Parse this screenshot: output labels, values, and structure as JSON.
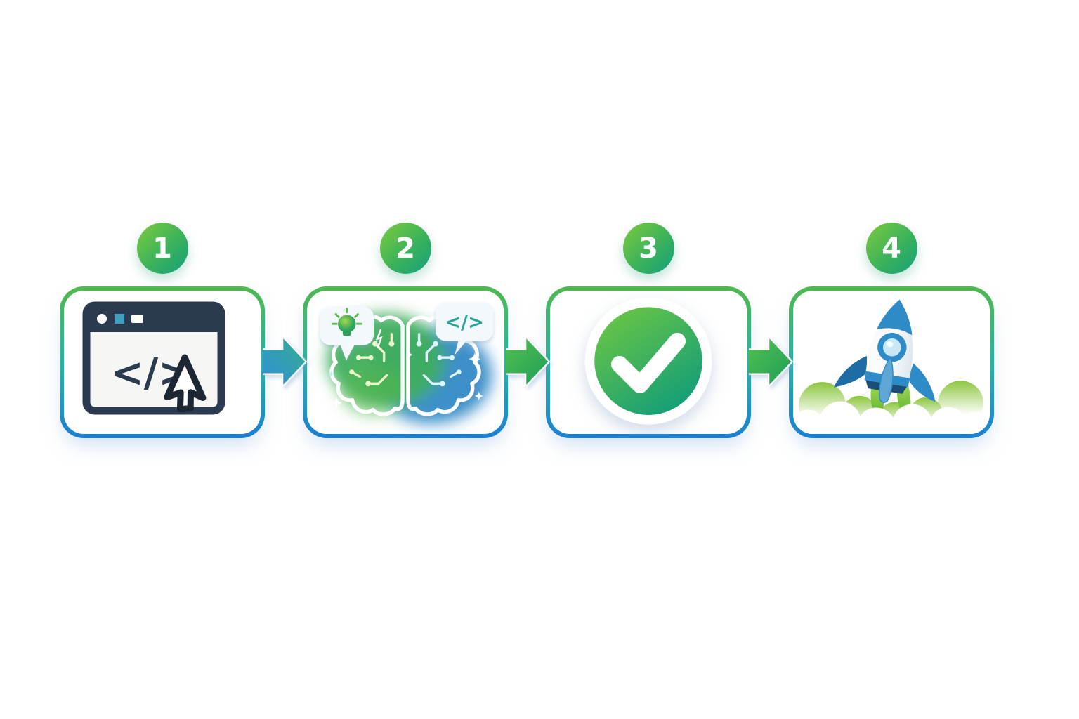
{
  "diagram": {
    "kind": "four-step process flow",
    "background": "#ffffff"
  },
  "steps": [
    {
      "number": "1",
      "icon": "code-window-cursor-icon"
    },
    {
      "number": "2",
      "icon": "ai-brain-icon"
    },
    {
      "number": "3",
      "icon": "check-circle-icon"
    },
    {
      "number": "4",
      "icon": "rocket-launch-icon"
    }
  ],
  "code_symbol": "</>",
  "arrows": [
    {
      "direction": "right",
      "style": "blue-teal"
    },
    {
      "direction": "right",
      "style": "green"
    },
    {
      "direction": "right",
      "style": "green"
    }
  ],
  "colors": {
    "badge_gradient_start": "#7ecb3c",
    "badge_gradient_end": "#14a07c",
    "card_border_top": "#4fb94e",
    "card_border_mid": "#2ab3a4",
    "card_border_bottom": "#1b7fd4",
    "arrow_blue_start": "#2f8fd8",
    "arrow_blue_end": "#35ad90",
    "arrow_green_start": "#52c04f",
    "arrow_green_end": "#1f9e5a",
    "window_navy": "#2b3a4f",
    "window_button_teal": "#3e9fc0",
    "check_green_start": "#72c93f",
    "check_green_end": "#149e78",
    "bubble_code_teal": "#2aa397",
    "rocket_blue": "#2e8bc7",
    "rocket_dark_blue": "#1a4e78",
    "flame_green": "#4fae2e",
    "cloud_green": "#8cc63f"
  }
}
